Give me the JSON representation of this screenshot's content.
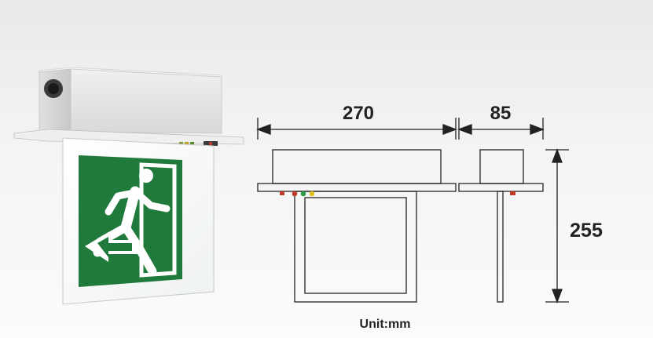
{
  "dimensions": {
    "width": "270",
    "depth": "85",
    "height": "255"
  },
  "unit_label": "Unit:mm",
  "colors": {
    "sign_green": "#1f7a3b",
    "line": "#333333",
    "housing": "#e4e4e4",
    "indicator_red": "#c0392b",
    "indicator_green": "#2e9e46",
    "indicator_yellow": "#e0c020"
  }
}
